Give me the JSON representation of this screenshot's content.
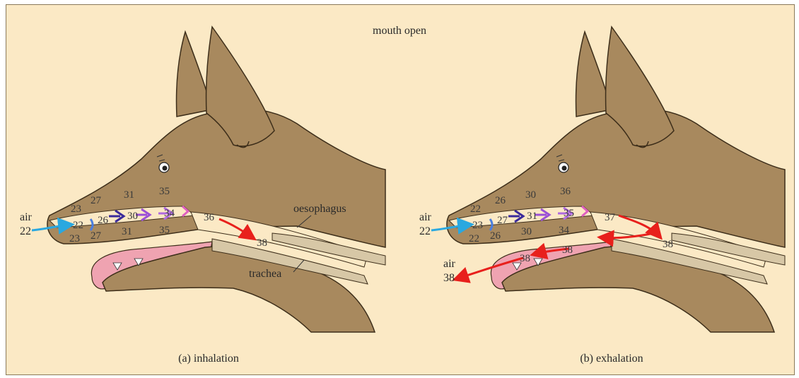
{
  "title": "mouth open",
  "panels": [
    {
      "caption": "(a) inhalation",
      "air_label": "air",
      "air_value": "22",
      "upper": [
        "23",
        "27",
        "31",
        "35"
      ],
      "middle": [
        "22",
        "26",
        "30",
        "34"
      ],
      "lower": [
        "23",
        "27",
        "31",
        "35"
      ],
      "extra": [
        "36",
        "38"
      ],
      "labels": {
        "oesophagus": "oesophagus",
        "trachea": "trachea"
      }
    },
    {
      "caption": "(b) exhalation",
      "air_label": "air",
      "air_value": "22",
      "upper": [
        "22",
        "26",
        "30",
        "36"
      ],
      "middle": [
        "23",
        "27",
        "31",
        "35"
      ],
      "lower": [
        "22",
        "26",
        "30",
        "34"
      ],
      "extra": [
        "37",
        "38",
        "38",
        "38"
      ],
      "air_out_label": "air",
      "air_out_value": "38"
    }
  ],
  "colors": {
    "background": "#fbe9c5",
    "dog": "#a8895e",
    "cavity": "#d7c7a6",
    "tongue": "#efa3b1",
    "arrow_air": "#2aa8e0",
    "arrow_red": "#e8201c",
    "arrow_purple": "#9b4fd6",
    "arrow_dark": "#3a2a9a"
  }
}
